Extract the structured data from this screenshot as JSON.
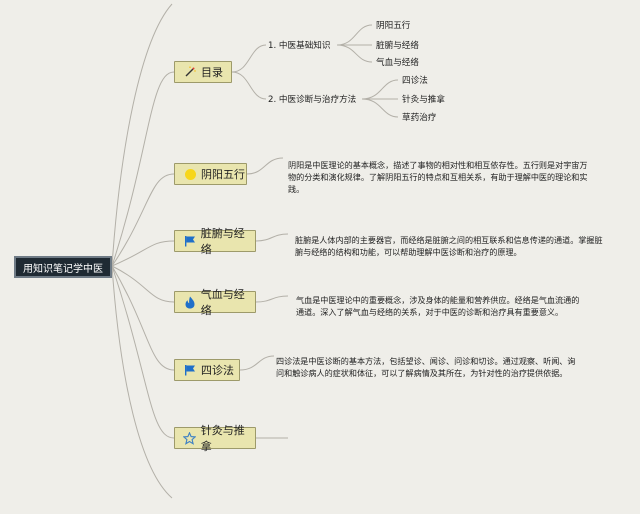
{
  "root": {
    "label": "用知识笔记学中医"
  },
  "branches": [
    {
      "label": "目录",
      "icon": "magic-wand-icon"
    },
    {
      "label": "阴阳五行",
      "icon": "sun-icon"
    },
    {
      "label": "脏腑与经络",
      "icon": "flag-icon"
    },
    {
      "label": "气血与经络",
      "icon": "flame-icon"
    },
    {
      "label": "四诊法",
      "icon": "flag-icon"
    },
    {
      "label": "针灸与推拿",
      "icon": "star-icon"
    }
  ],
  "toc": [
    {
      "label": "1. 中医基础知识",
      "items": [
        "阴阳五行",
        "脏腑与经络",
        "气血与经络"
      ]
    },
    {
      "label": "2. 中医诊断与治疗方法",
      "items": [
        "四诊法",
        "针灸与推拿",
        "草药治疗"
      ]
    }
  ],
  "descriptions": [
    "阴阳是中医理论的基本概念，描述了事物的相对性和相互依存性。五行则是对宇宙万物的分类和演化规律。了解阴阳五行的特点和互相关系，有助于理解中医的理论和实践。",
    "脏腑是人体内部的主要器官，而经络是脏腑之间的相互联系和信息传递的通道。掌握脏腑与经络的结构和功能，可以帮助理解中医诊断和治疗的原理。",
    "气血是中医理论中的重要概念，涉及身体的能量和营养供应。经络是气血流通的通道。深入了解气血与经络的关系，对于中医的诊断和治疗具有重要意义。",
    "四诊法是中医诊断的基本方法，包括望诊、闻诊、问诊和切诊。通过观察、听闻、询问和触诊病人的症状和体征，可以了解病情及其所在，为针对性的治疗提供依据。"
  ],
  "colors": {
    "background": "#efeee9",
    "branch_fill": "#e9e5ae",
    "branch_border": "#9d9a6a",
    "root_fill": "#1f2a33",
    "line": "#b3b0a8",
    "flag_blue": "#1f6fc9",
    "sun_yellow": "#f7d61a",
    "star_blue": "#3b7fc4"
  }
}
